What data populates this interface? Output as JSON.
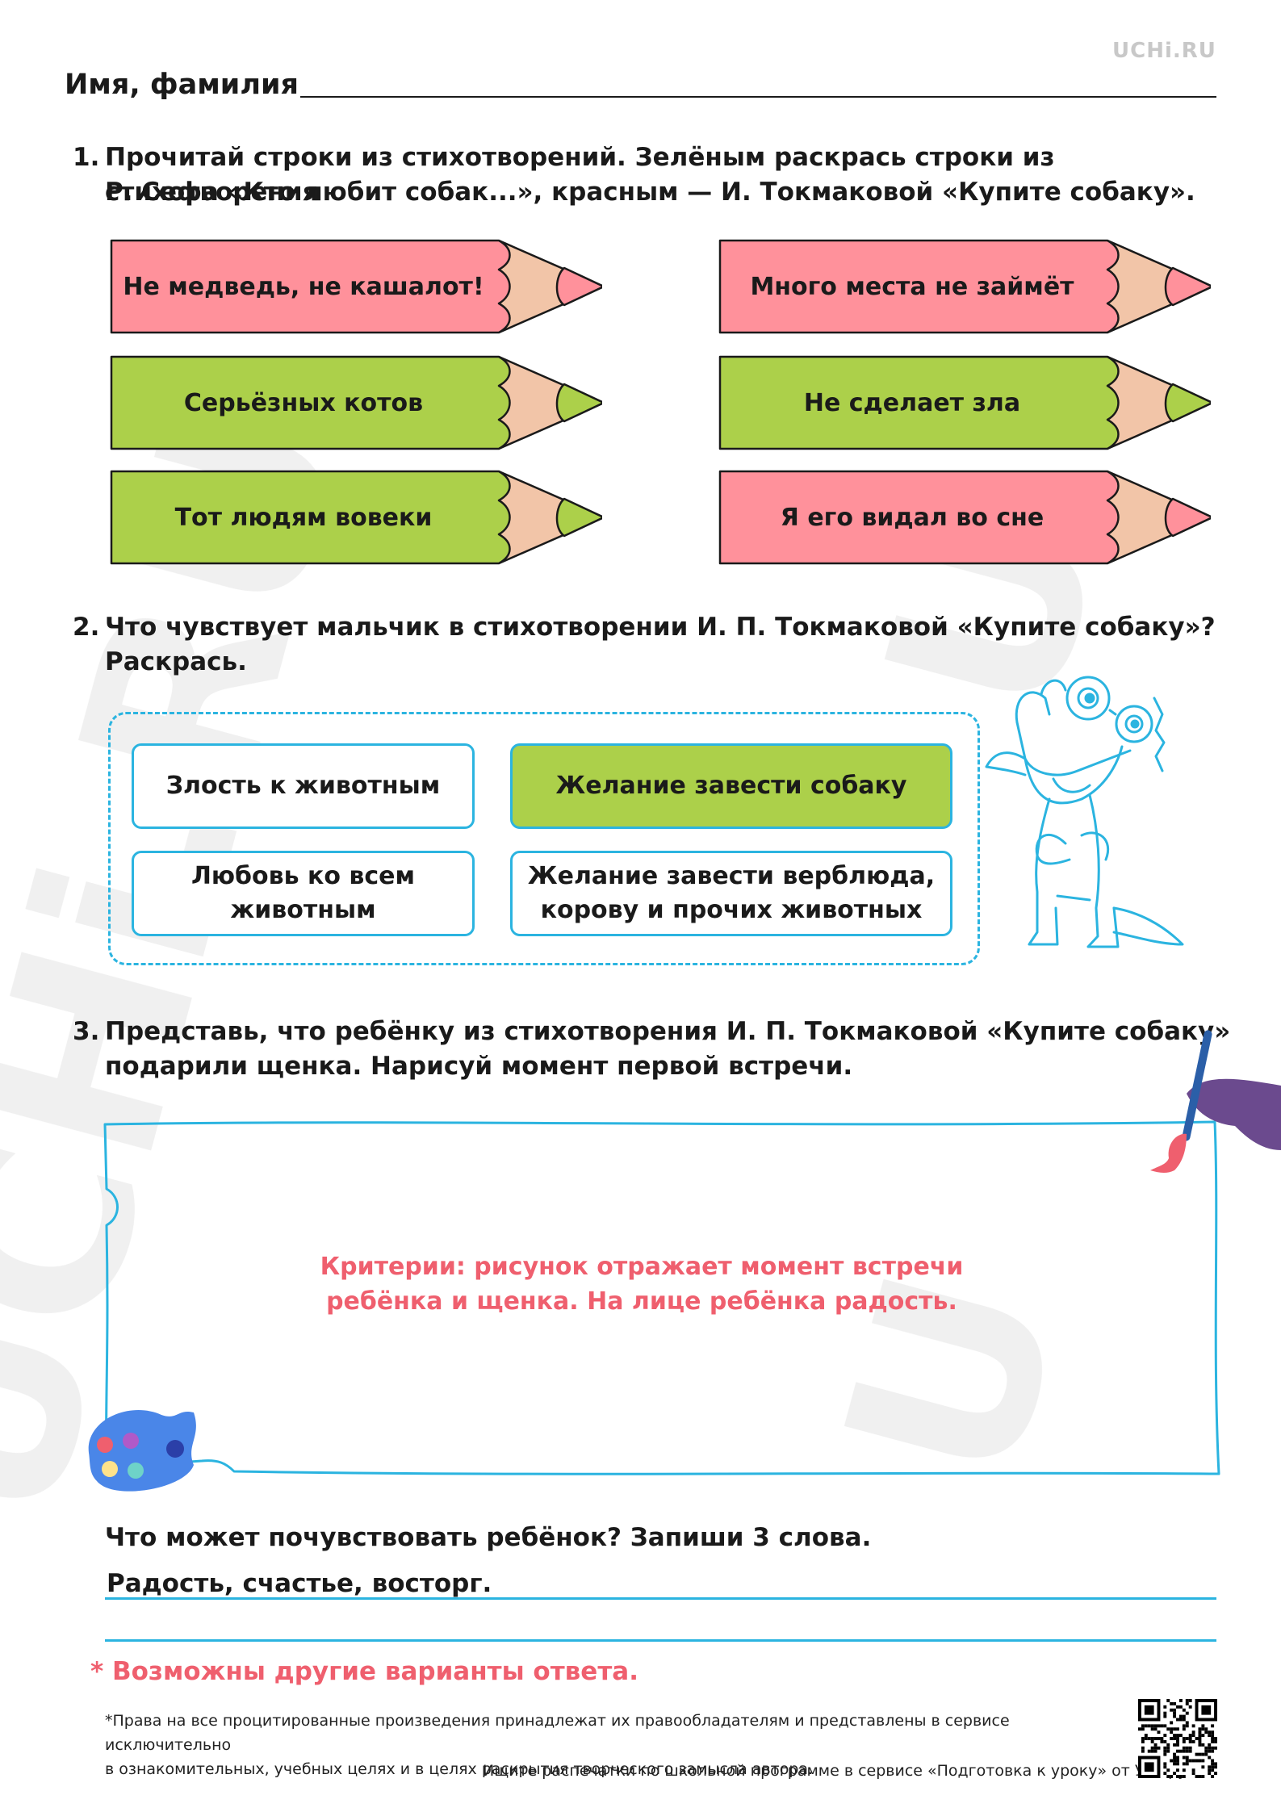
{
  "brand": "UCHi.RU",
  "header": {
    "name_label": "Имя, фамилия"
  },
  "task1": {
    "number": "1.",
    "line1": "Прочитай строки из стихотворений. Зелёным раскрась строки из стихотворения",
    "line2": "Р. Сефа «Кто любит собак...», красным — И. Токмаковой «Купите собаку».",
    "pencils": [
      {
        "text": "Не медведь, не кашалот!",
        "color": "red"
      },
      {
        "text": "Много места не займёт",
        "color": "red"
      },
      {
        "text": "Серьёзных котов",
        "color": "green"
      },
      {
        "text": "Не сделает зла",
        "color": "green"
      },
      {
        "text": "Тот людям вовеки",
        "color": "green"
      },
      {
        "text": "Я его видал во сне",
        "color": "red"
      }
    ]
  },
  "task2": {
    "number": "2.",
    "line1": "Что чувствует мальчик в стихотворении И. П. Токмаковой «Купите собаку»?",
    "line2": "Раскрась.",
    "options": [
      {
        "line1": "Злость к животным",
        "line2": "",
        "selected": false
      },
      {
        "line1": "Желание завести собаку",
        "line2": "",
        "selected": true
      },
      {
        "line1": "Любовь ко всем",
        "line2": "животным",
        "selected": false
      },
      {
        "line1": "Желание завести верблюда,",
        "line2": "корову и прочих животных",
        "selected": false
      }
    ]
  },
  "task3": {
    "number": "3.",
    "line1": "Представь, что ребёнку из стихотворения И. П. Токмаковой «Купите собаку»",
    "line2": "подарили щенка. Нарисуй момент первой встречи.",
    "criteria_line1": "Критерии: рисунок отражает момент встречи",
    "criteria_line2": "ребёнка и щенка. На лице ребёнка радость.",
    "question": "Что может почувствовать ребёнок? Запиши 3 слова.",
    "answer": "Радость, счастье, восторг."
  },
  "note": "* Возможны другие варианты ответа.",
  "rights_line1": "*Права на все процитированные произведения принадлежат их правообладателям и представлены в сервисе исключительно",
  "rights_line2": "в ознакомительных, учебных целях и в целях раскрытия творческого замысла автора.",
  "footer": "Ищите распечатки по школьной программе в сервисе «Подготовка к уроку» от Учи.ру.",
  "colors": {
    "red": "#ff919b",
    "green": "#acd04a",
    "wood": "#f2c5a8",
    "accent": "#2bb4e0",
    "pink_text": "#ef5f6e"
  }
}
